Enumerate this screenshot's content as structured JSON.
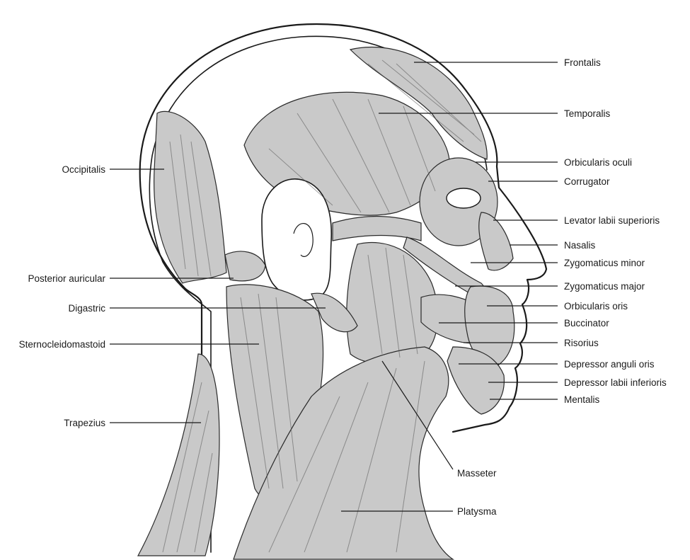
{
  "labels": {
    "frontalis": "Frontalis",
    "temporalis": "Temporalis",
    "orbicularis_oculi": "Orbicularis oculi",
    "corrugator": "Corrugator",
    "levator_labii_superioris": "Levator labii superioris",
    "nasalis": "Nasalis",
    "zygomaticus_minor": "Zygomaticus minor",
    "zygomaticus_major": "Zygomaticus major",
    "orbicularis_oris": "Orbicularis oris",
    "buccinator": "Buccinator",
    "risorius": "Risorius",
    "depressor_anguli_oris": "Depressor anguli oris",
    "depressor_labii_inferioris": "Depressor labii inferioris",
    "mentalis": "Mentalis",
    "masseter": "Masseter",
    "platysma": "Platysma",
    "occipitalis": "Occipitalis",
    "posterior_auricular": "Posterior auricular",
    "digastric": "Digastric",
    "sternocleidomastoid": "Sternocleidomastoid",
    "trapezius": "Trapezius"
  },
  "colors": {
    "ink": "#1a1a1a",
    "muscle_fill": "#c9c9c9",
    "background": "#ffffff"
  }
}
